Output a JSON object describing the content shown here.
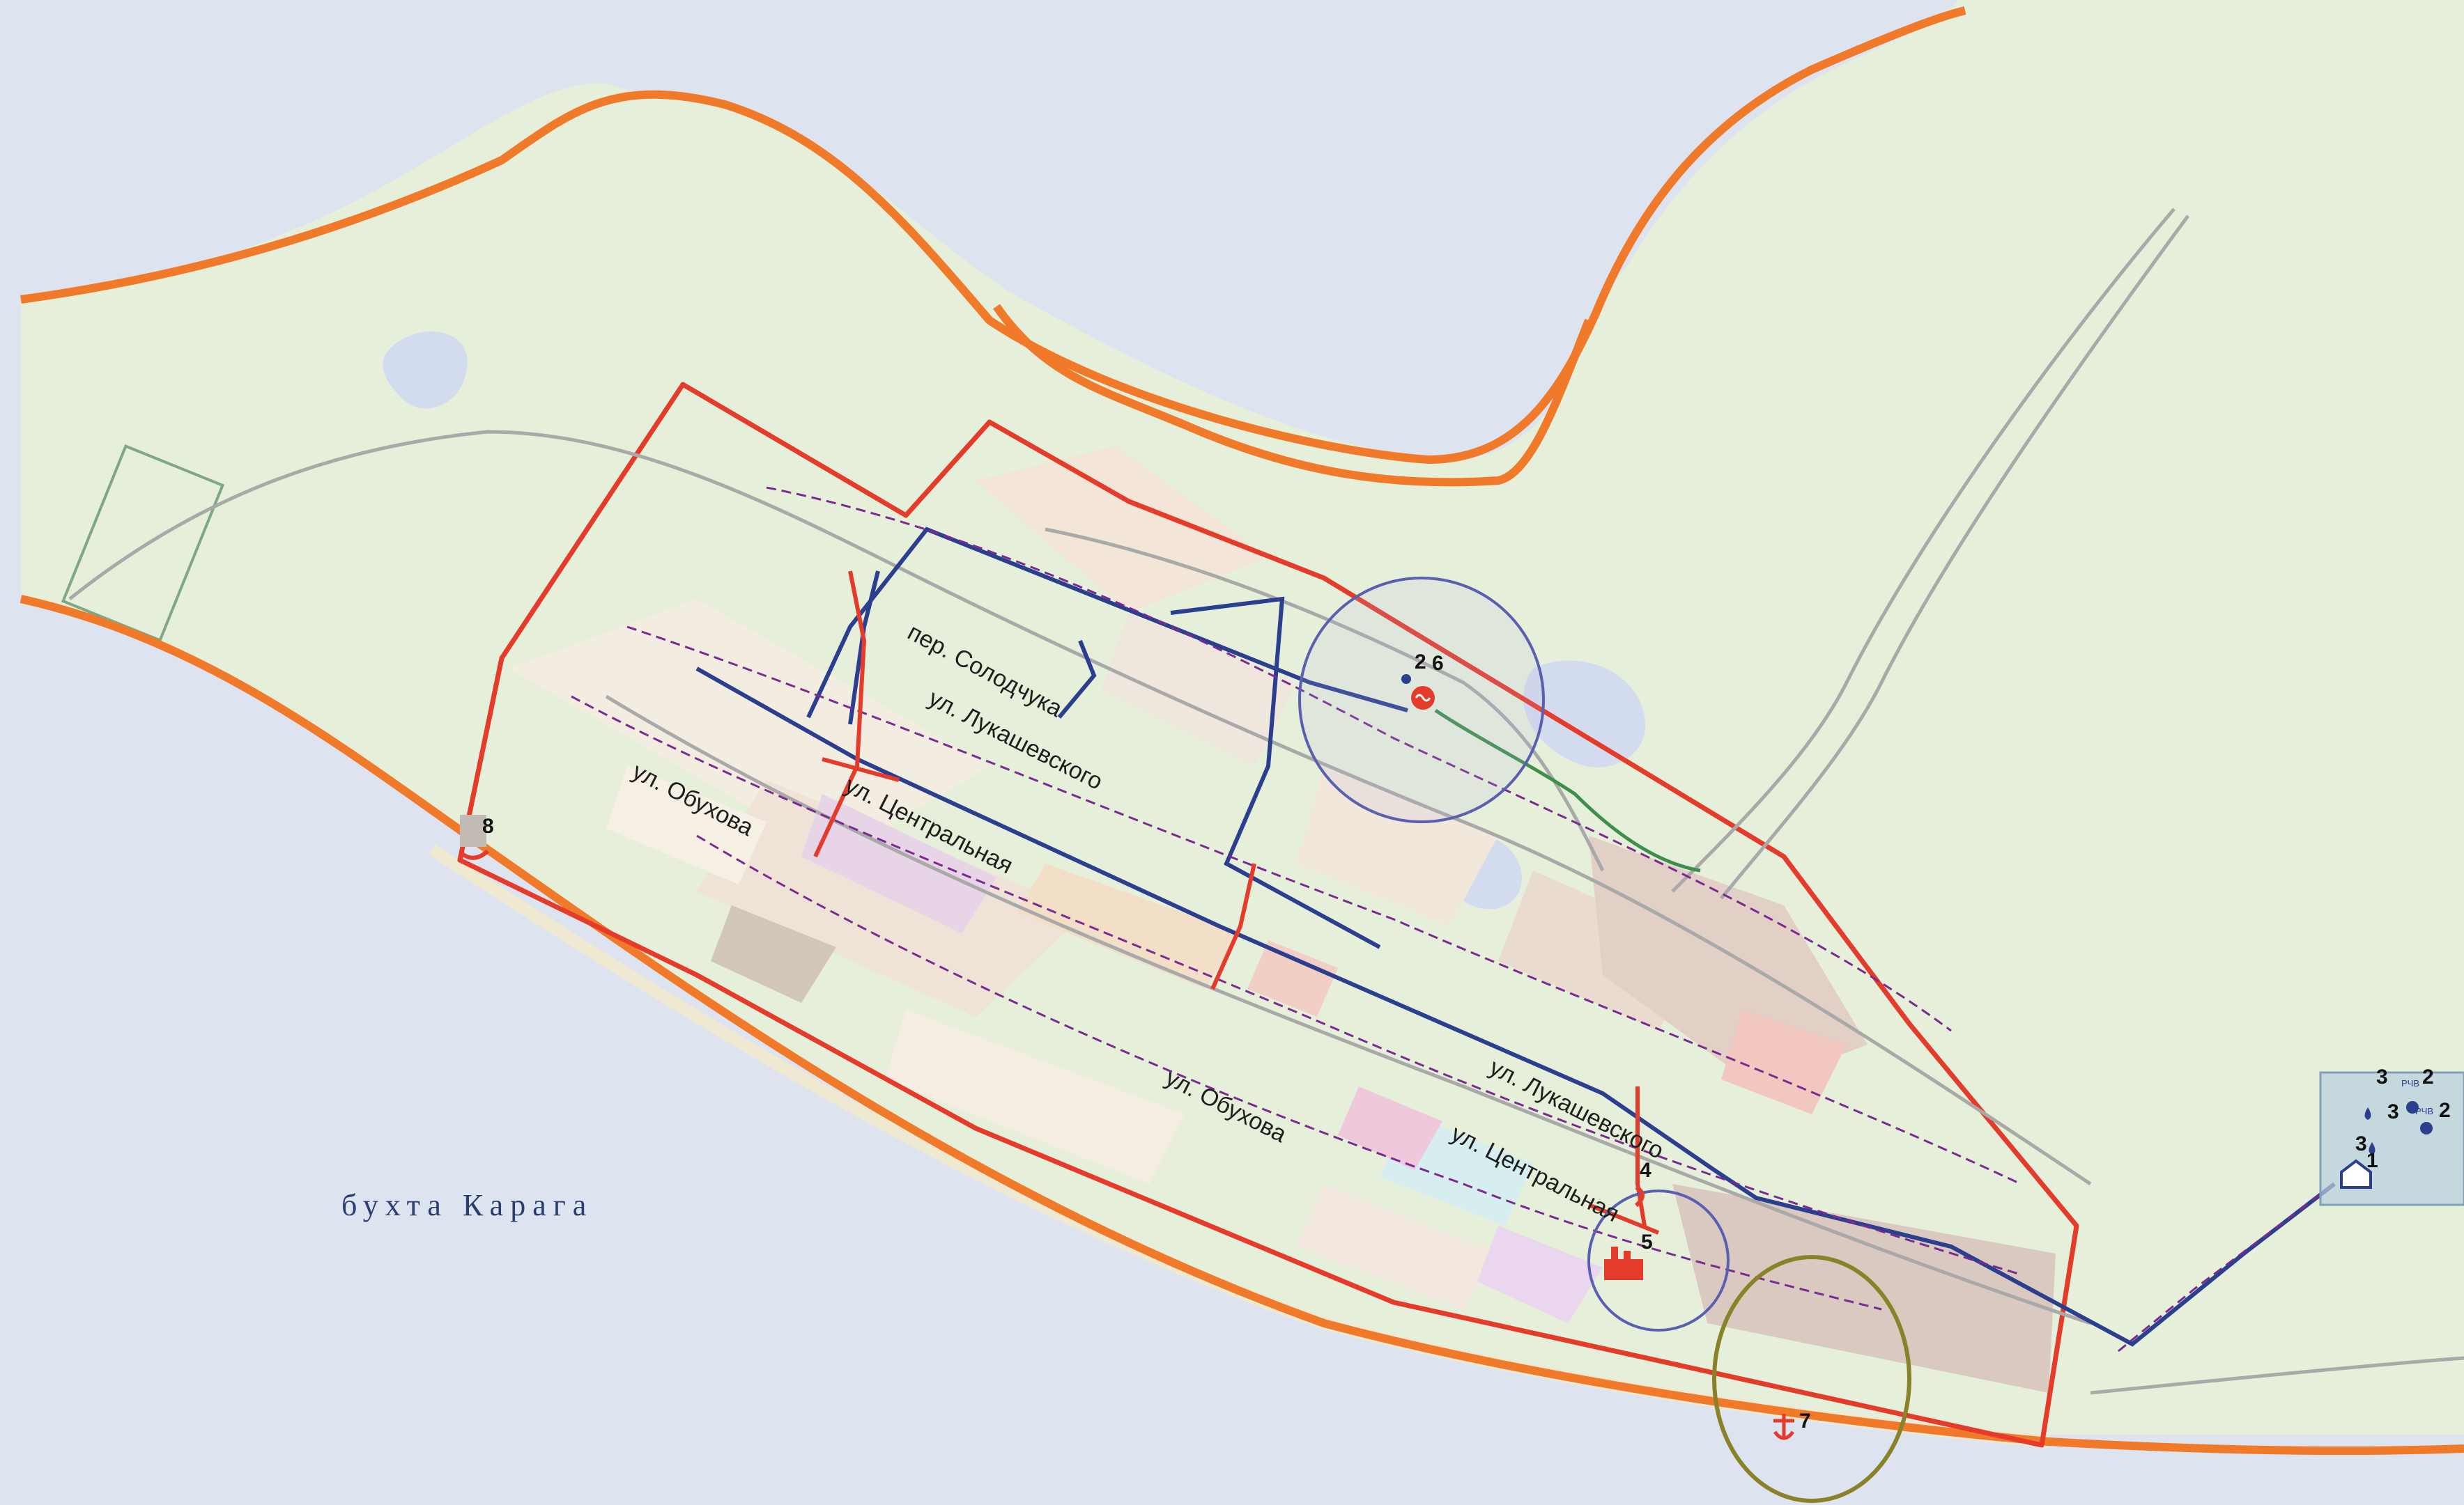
{
  "map": {
    "water_label": "бухта Карага",
    "streets": {
      "solodchuka": "пер. Солодчука",
      "lukashevskogo_north": "ул. Лукашевского",
      "lukashevskogo_south": "ул. Лукашевского",
      "obukhova_north": "ул. Обухова",
      "obukhova_south": "ул. Обухова",
      "centralnaya_north": "ул. Центральная",
      "centralnaya_south": "ул. Центральная"
    },
    "markers": {
      "m1": "1",
      "m2": "2",
      "m2b": "2",
      "m3": "3",
      "m3b": "3",
      "m3c": "3",
      "m4": "4",
      "m5": "5",
      "m6": "6",
      "m7": "7",
      "m8": "8",
      "m26": "2"
    },
    "small_labels": {
      "rchv1": "РЧВ",
      "rchv2": "РЧВ"
    },
    "colors": {
      "sea": "#dde3ef",
      "land": "#e6efda",
      "boundary_orange": "#f07a2a",
      "settlement_red": "#e43b2a",
      "water_main": "#2c3f8f",
      "sewer": "#7b2a8f"
    }
  }
}
